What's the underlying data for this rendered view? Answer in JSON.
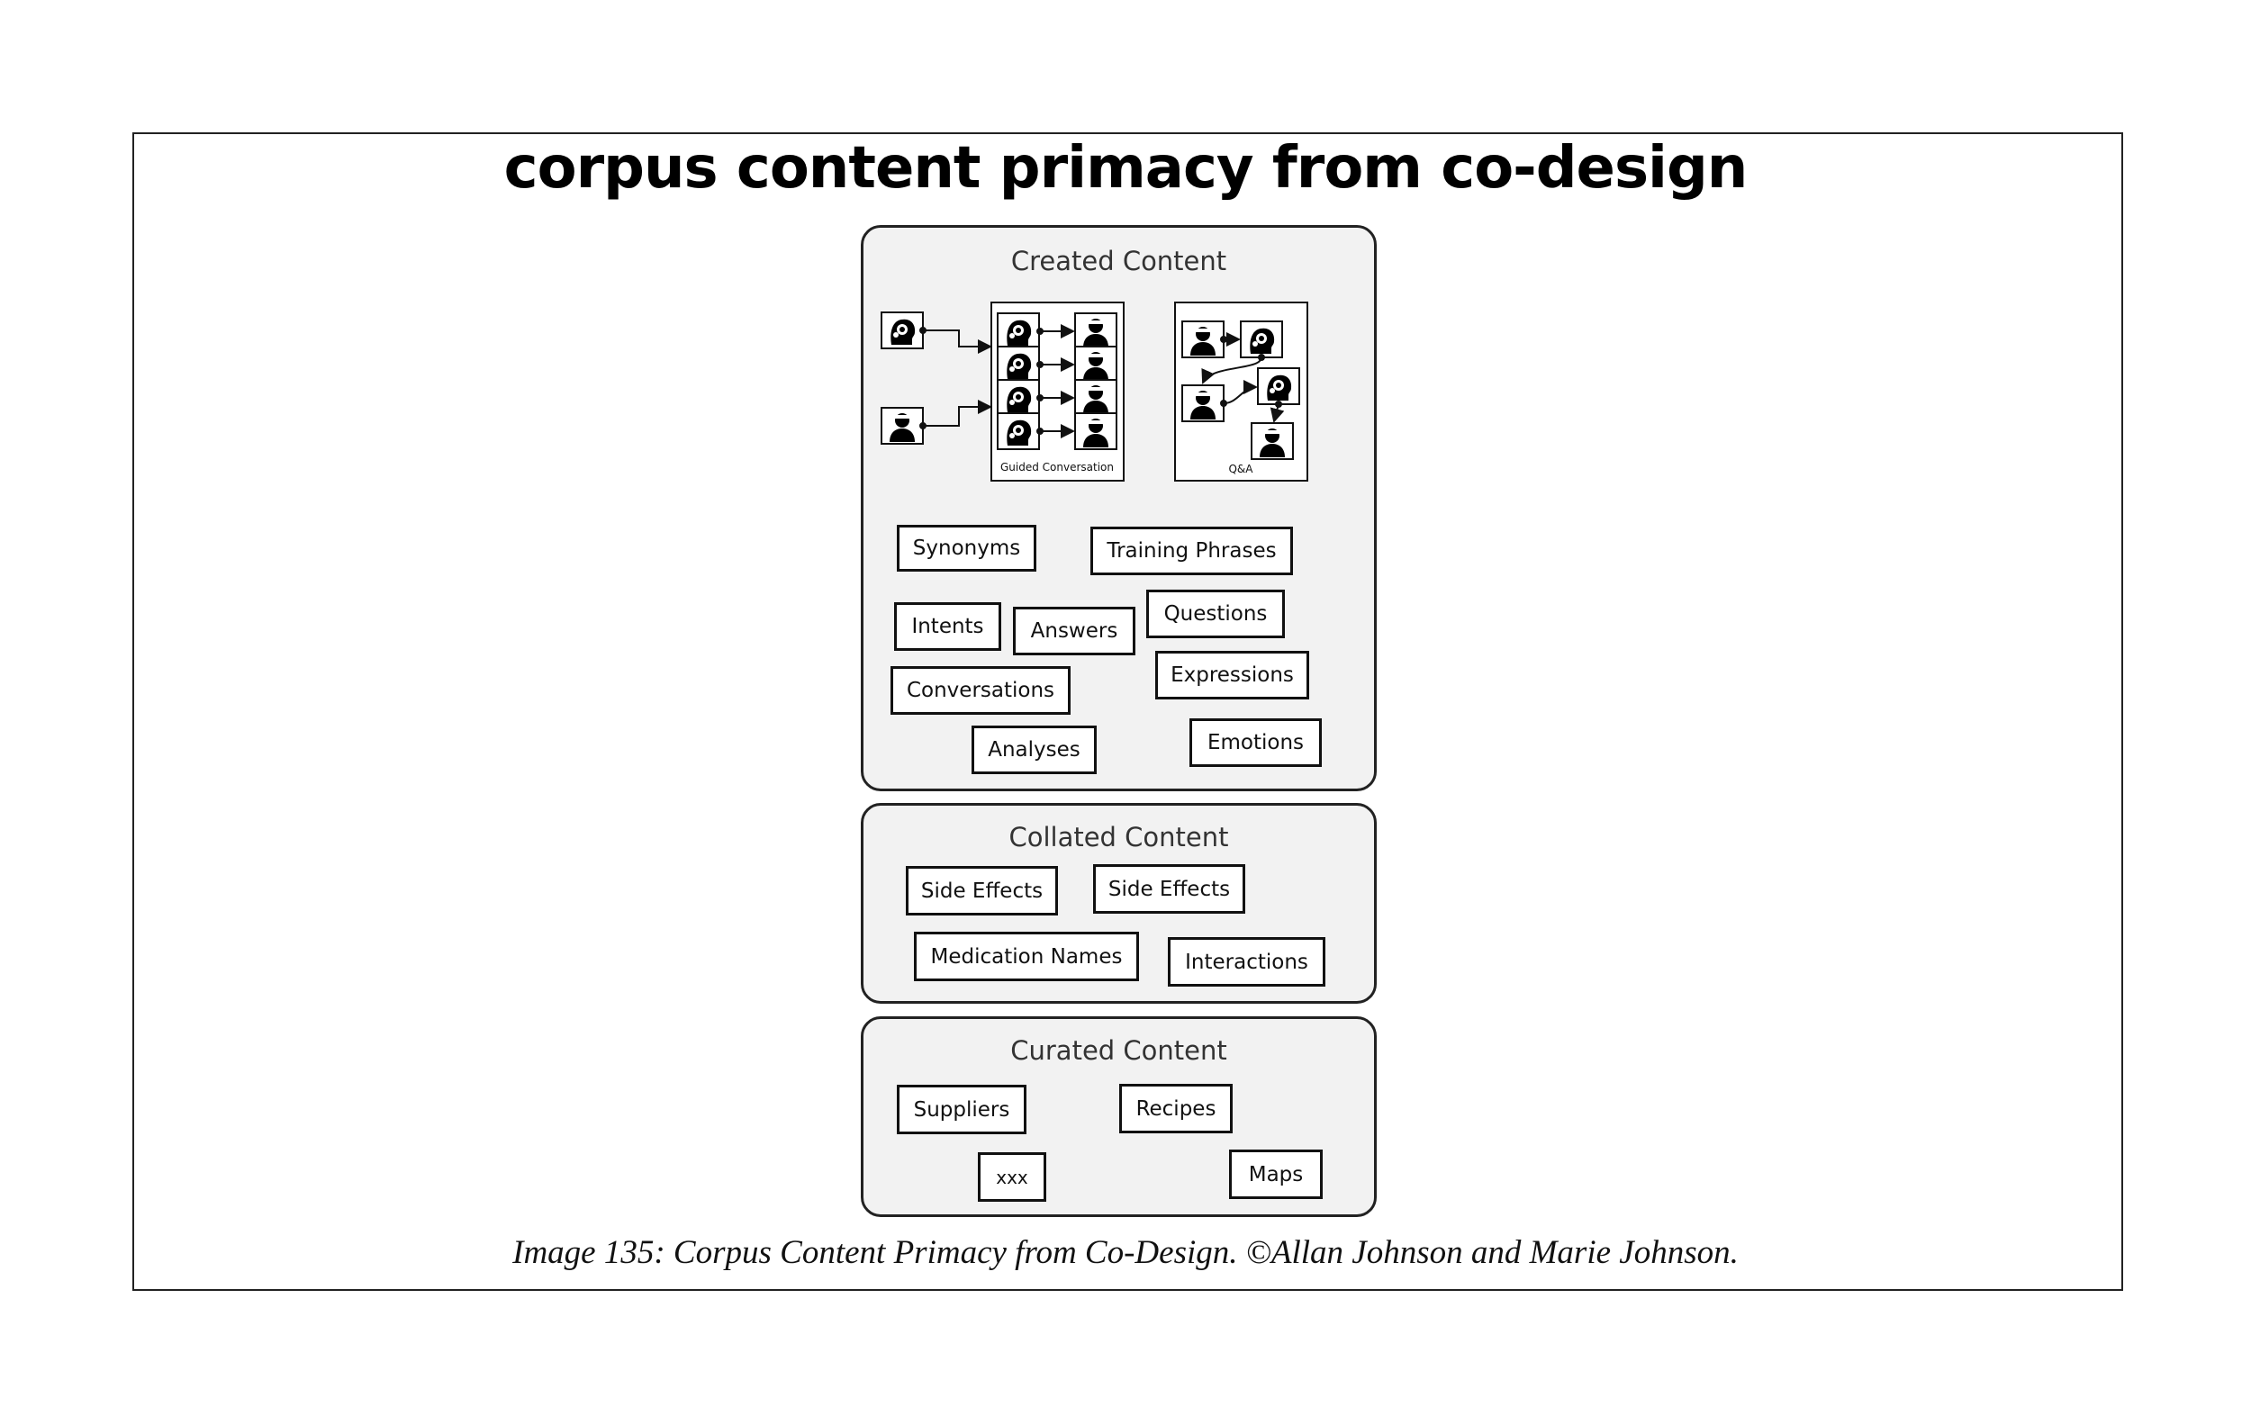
{
  "title": "corpus content primacy from co-design",
  "panels": {
    "created": {
      "title": "Created Content",
      "guided_label": "Guided Conversation",
      "qa_label": "Q&A",
      "tags": {
        "synonyms": "Synonyms",
        "training_phrases": "Training Phrases",
        "intents": "Intents",
        "answers": "Answers",
        "questions": "Questions",
        "expressions": "Expressions",
        "conversations": "Conversations",
        "analyses": "Analyses",
        "emotions": "Emotions"
      }
    },
    "collated": {
      "title": "Collated Content",
      "tags": {
        "side_effects_1": "Side Effects",
        "side_effects_2": "Side Effects",
        "medication_names": "Medication Names",
        "interactions": "Interactions"
      }
    },
    "curated": {
      "title": "Curated Content",
      "tags": {
        "suppliers": "Suppliers",
        "recipes": "Recipes",
        "xxx": "xxx",
        "maps": "Maps"
      }
    }
  },
  "caption": "Image 135: Corpus Content Primacy from Co-Design. ©Allan Johnson and Marie Johnson."
}
